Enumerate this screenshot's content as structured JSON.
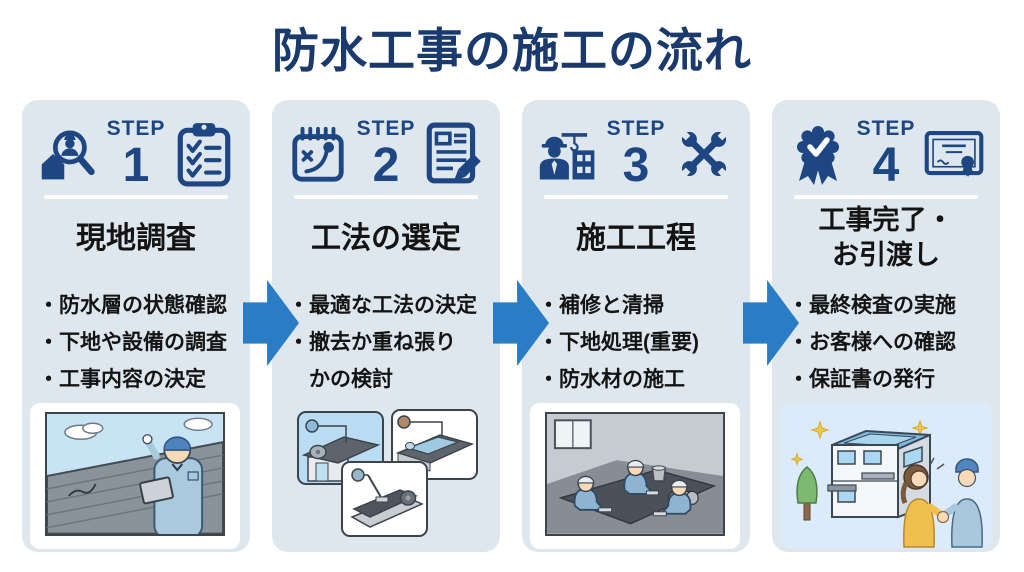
{
  "title": "防水工事の施工の流れ",
  "bullet_char": "・",
  "colors": {
    "page_bg": "#ffffff",
    "title_navy": "#1a3a6e",
    "icon_navy": "#1d4682",
    "arrow_blue": "#2a7cc4",
    "card_bg": "#dee7ee"
  },
  "steps": [
    {
      "step_label": "STEP",
      "step_number": "1",
      "heading": "現地調査",
      "bullets": [
        {
          "text": "防水層の状態確認"
        },
        {
          "text": "下地や設備の調査"
        },
        {
          "text": "工事内容の決定"
        }
      ]
    },
    {
      "step_label": "STEP",
      "step_number": "2",
      "heading": "工法の選定",
      "bullets": [
        {
          "text": "最適な工法の決定"
        },
        {
          "text": "撤去か重ね張り\nかの検討"
        }
      ]
    },
    {
      "step_label": "STEP",
      "step_number": "3",
      "heading": "施工工程",
      "bullets": [
        {
          "text": "補修と清掃"
        },
        {
          "text": "下地処理(重要)"
        },
        {
          "text": "防水材の施工"
        }
      ]
    },
    {
      "step_label": "STEP",
      "step_number": "4",
      "heading": "工事完了・\nお引渡し",
      "bullets": [
        {
          "text": "最終検査の実施"
        },
        {
          "text": "お客様への確認"
        },
        {
          "text": "保証書の発行"
        }
      ]
    }
  ]
}
